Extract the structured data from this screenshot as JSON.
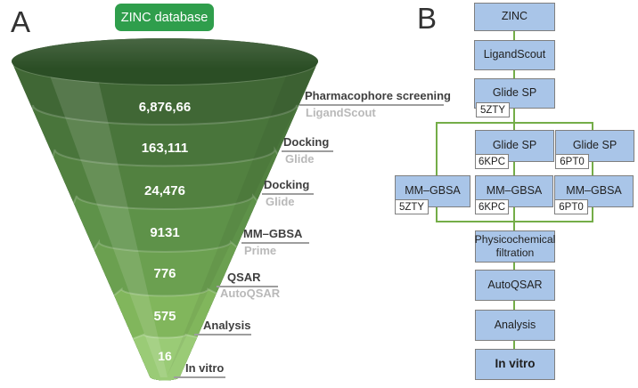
{
  "figure": {
    "panel_a": {
      "panel_label": "A",
      "source": "ZINC database",
      "stages": [
        {
          "count": "6,876,66",
          "label": "Pharmacophore screening",
          "tool": "LigandScout"
        },
        {
          "count": "163,111",
          "label": "Docking",
          "tool": "Glide"
        },
        {
          "count": "24,476",
          "label": "Docking",
          "tool": "Glide"
        },
        {
          "count": "9131",
          "label": "MM–GBSA",
          "tool": "Prime"
        },
        {
          "count": "776",
          "label": "QSAR",
          "tool": "AutoQSAR"
        },
        {
          "count": "575",
          "label": "Analysis",
          "tool": ""
        },
        {
          "count": "16",
          "label": "In vitro",
          "tool": ""
        }
      ],
      "colors": {
        "badge_green": "#2f9e4c",
        "funnel_bands": [
          "#2b4e25",
          "#406735",
          "#49753b",
          "#528140",
          "#5e9249",
          "#6ba050",
          "#81b65c",
          "#9acb76"
        ]
      }
    },
    "panel_b": {
      "panel_label": "B",
      "nodes": {
        "zinc": {
          "label": "ZINC"
        },
        "ligandscout": {
          "label": "LigandScout"
        },
        "glide_main": {
          "label": "Glide SP",
          "tag": "5ZTY"
        },
        "glide_6kpc": {
          "label": "Glide SP",
          "tag": "6KPC"
        },
        "glide_6pt0": {
          "label": "Glide SP",
          "tag": "6PT0"
        },
        "mmgbsa_5zty": {
          "label": "MM–GBSA",
          "tag": "5ZTY"
        },
        "mmgbsa_6kpc": {
          "label": "MM–GBSA",
          "tag": "6KPC"
        },
        "mmgbsa_6pt0": {
          "label": "MM–GBSA",
          "tag": "6PT0"
        },
        "physchem": {
          "label": "Physicochemical filtration"
        },
        "autoqsar": {
          "label": "AutoQSAR"
        },
        "analysis": {
          "label": "Analysis"
        },
        "invitro": {
          "label": "In vitro"
        }
      },
      "colors": {
        "node_blue": "#a9c5e8",
        "connector_green": "#74ad48"
      }
    }
  }
}
